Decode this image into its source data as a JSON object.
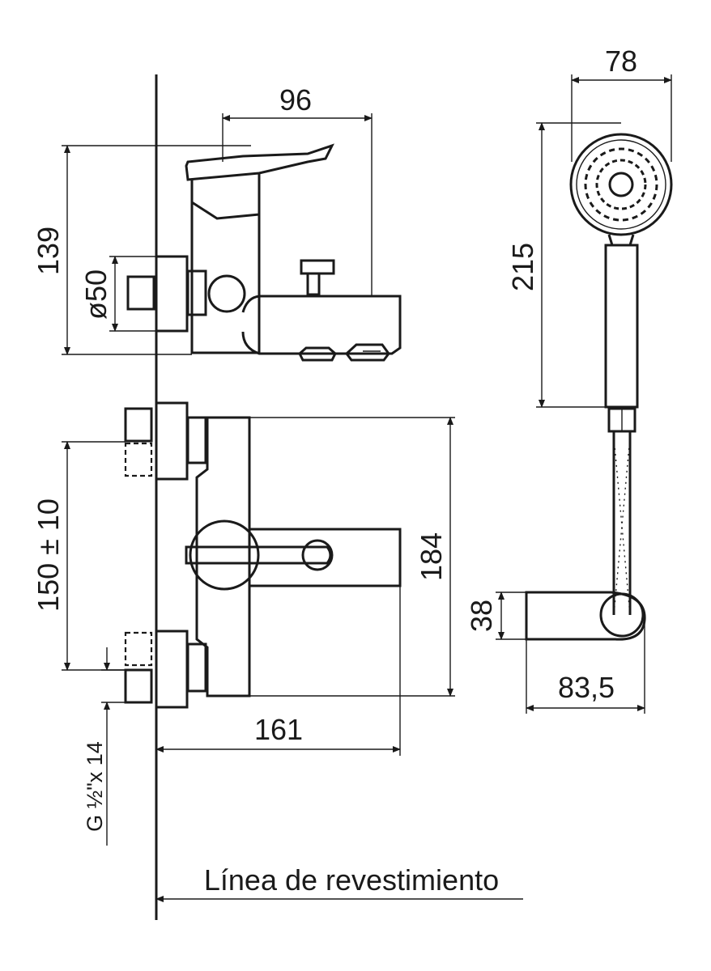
{
  "dimensions": {
    "faucet_width": "96",
    "faucet_height": "139",
    "flange_diameter": "ø50",
    "center_distance": "150 ± 10",
    "total_height": "184",
    "projection": "161",
    "thread": "G ½\"x 14",
    "shower_head_width": "78",
    "shower_head_length": "215",
    "holder_height": "38",
    "holder_depth": "83,5"
  },
  "labels": {
    "wall_line": "Línea de revestimiento"
  }
}
